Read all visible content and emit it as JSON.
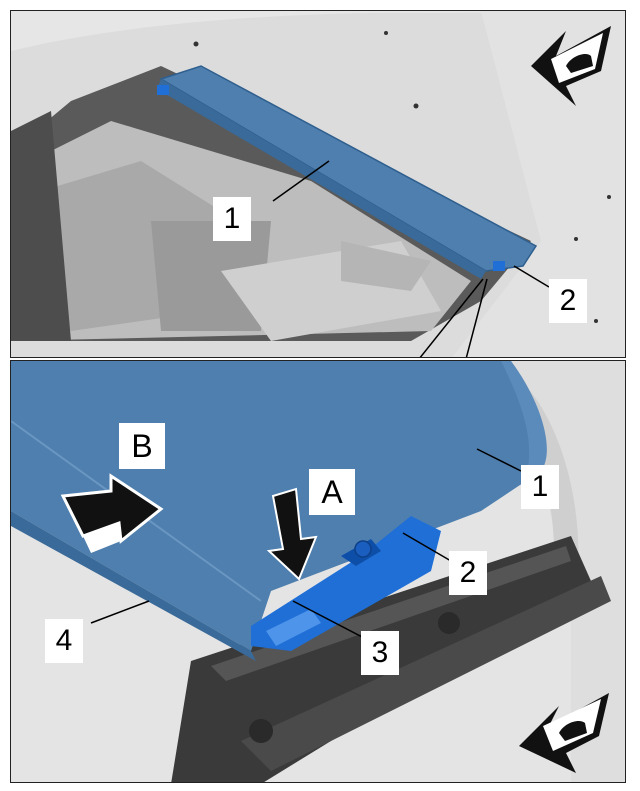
{
  "figure": {
    "top_callouts": {
      "c1": "1",
      "c2": "2"
    },
    "bottom_callouts": {
      "c1": "1",
      "c2": "2",
      "c3": "3",
      "c4": "4",
      "cA": "A",
      "cB": "B"
    },
    "colors": {
      "roof_panel": "#4f7fae",
      "roof_panel_dark": "#3a6a99",
      "clip_highlight": "#1f6fd6",
      "body_gray": "#d9d9d9",
      "rail_dark": "#3a3a3a",
      "arrow_black": "#111111"
    },
    "icons": {
      "orientation_top": "vehicle-direction-arrow-icon",
      "orientation_bottom": "vehicle-direction-arrow-icon"
    }
  }
}
